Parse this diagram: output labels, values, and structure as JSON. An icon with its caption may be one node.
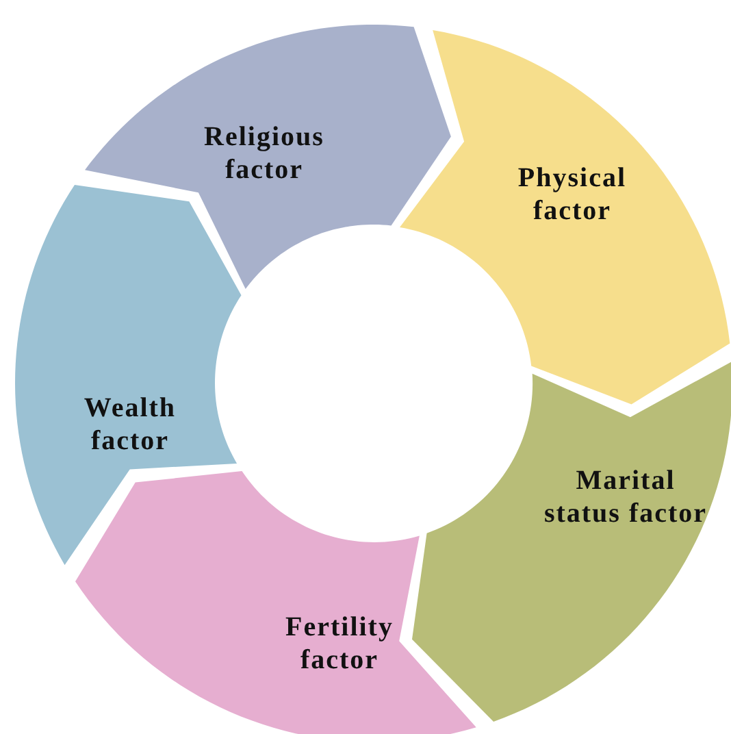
{
  "diagram": {
    "nodes": [
      {
        "text": [
          "Religious factor"
        ]
      },
      {
        "text": [
          "Physical factor"
        ]
      },
      {
        "text": [
          "Marital status factor"
        ]
      },
      {
        "text": [
          "Fertility factor"
        ]
      },
      {
        "text": [
          "Wealth factor"
        ]
      }
    ]
  }
}
